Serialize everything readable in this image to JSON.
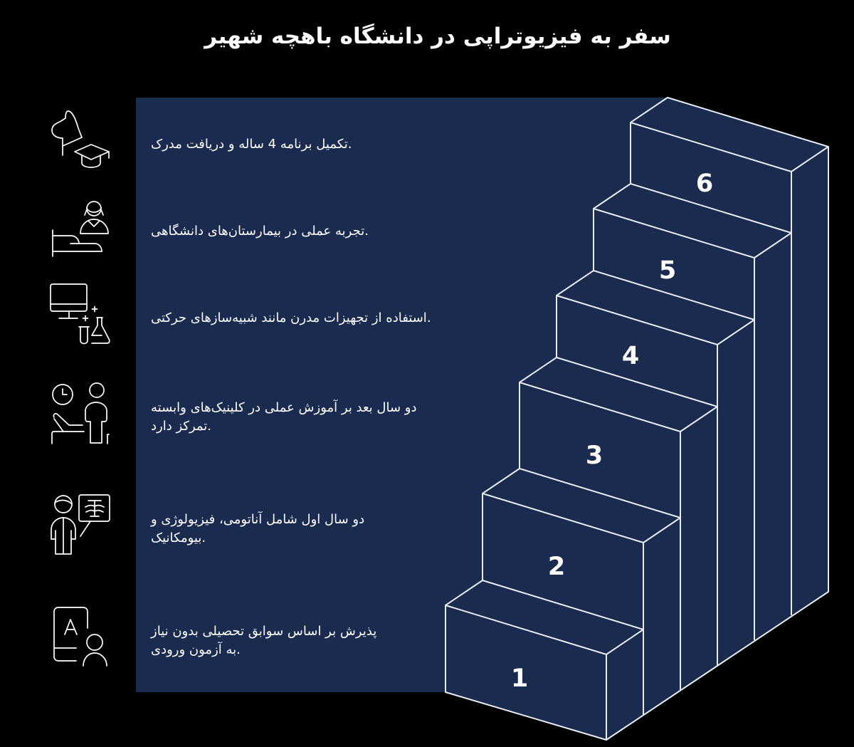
{
  "title": "سفر به فیزیوتراپی در دانشگاه باهچه شهیر",
  "colors": {
    "background": "#000000",
    "panel": "#1a2b4f",
    "line": "#e8edf5",
    "text": "#ffffff"
  },
  "steps": [
    {
      "number": "1",
      "icon": "student-id-card-icon",
      "text": "پذیرش بر اساس سوابق تحصیلی بدون نیاز\nبه آزمون ورودی."
    },
    {
      "number": "2",
      "icon": "anatomy-lesson-icon",
      "text": "دو سال اول شامل آناتومی، فیزیولوژی و\nبیومکانیک."
    },
    {
      "number": "3",
      "icon": "clinic-practice-icon",
      "text": "دو سال بعد بر آموزش عملی در کلینیک‌های وابسته\nتمرکز دارد."
    },
    {
      "number": "4",
      "icon": "lab-equipment-icon",
      "text": "استفاده از تجهیزات مدرن مانند شبیه‌سازهای حرکتی."
    },
    {
      "number": "5",
      "icon": "hospital-nurse-icon",
      "text": "تجربه عملی در بیمارستان‌های دانشگاهی."
    },
    {
      "number": "6",
      "icon": "graduation-icon",
      "text": "تکمیل برنامه 4 ساله و دریافت مدرک."
    }
  ]
}
